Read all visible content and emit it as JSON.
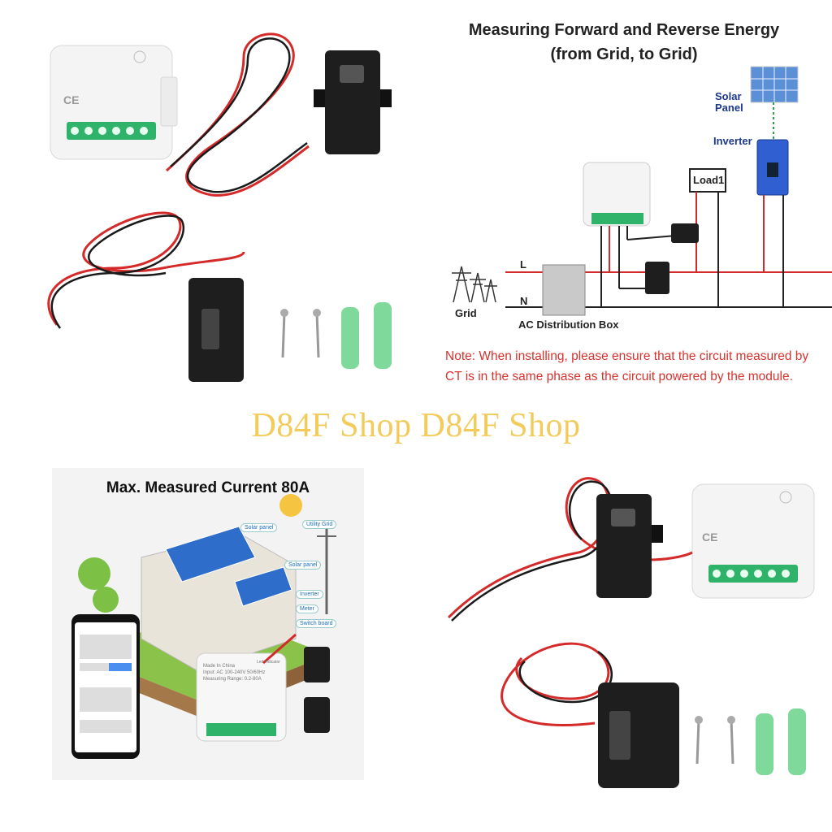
{
  "top_right": {
    "title_line1": "Measuring Forward and Reverse Energy",
    "title_line2": "(from Grid, to Grid)",
    "labels": {
      "solar_panel": "Solar Panel",
      "inverter": "Inverter",
      "load": "Load1",
      "line_l": "L",
      "line_n": "N",
      "grid": "Grid",
      "ac_box": "AC Distribution Box"
    },
    "note": "Note: When installing, please ensure that the circuit measured by CT is in the same phase as the circuit powered by the module."
  },
  "watermark": "D84F Shop D84F Shop",
  "bottom_left": {
    "title": "Max. Measured Current 80A",
    "tags": [
      "Solar panel",
      "Utility Grid",
      "Solar panel",
      "Inverter",
      "Meter",
      "Switch board"
    ],
    "module_text": [
      "Made In China",
      "Input: AC 100-240V 50/60Hz",
      "Measuring Range: 0.2-80A"
    ],
    "led_label": "Led Indicator"
  },
  "colors": {
    "wire_red": "#d42a2a",
    "wire_black": "#1a1a1a",
    "anchor_green": "#7ed99a",
    "note_red": "#d8322d",
    "watermark": "#f2c64a"
  }
}
